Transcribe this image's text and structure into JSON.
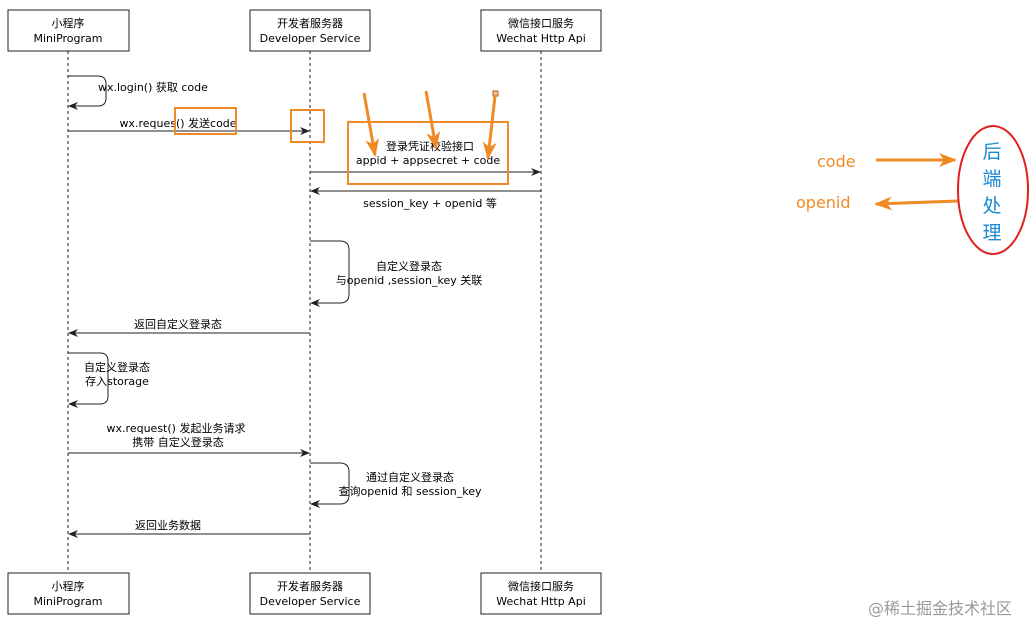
{
  "participants": [
    {
      "name_cn": "小程序",
      "name_en": "MiniProgram"
    },
    {
      "name_cn": "开发者服务器",
      "name_en": "Developer Service"
    },
    {
      "name_cn": "微信接口服务",
      "name_en": "Wechat Http Api"
    }
  ],
  "messages": {
    "m1": "wx.login() 获取 code",
    "m2": "wx.reques() 发送code",
    "m3a": "登录凭证校验接口",
    "m3b": "appid + appsecret + code",
    "m4": "session_key + openid 等",
    "m5a": "自定义登录态",
    "m5b": "与openid ,session_key 关联",
    "m6": "返回自定义登录态",
    "m7a": "自定义登录态",
    "m7b": "存入storage",
    "m8a": "wx.request() 发起业务请求",
    "m8b": "携带 自定义登录态",
    "m9a": "通过自定义登录态",
    "m9b": "查询openid 和 session_key",
    "m10": "返回业务数据"
  },
  "annotation": {
    "code_label": "code",
    "openid_label": "openid",
    "backend_chars": [
      "后",
      "端",
      "处",
      "理"
    ]
  },
  "watermark": "@稀土掘金技术社区",
  "colors": {
    "orange": "#f08a24",
    "red": "#e0201e",
    "blue": "#1a8ad4",
    "line": "#222222"
  }
}
